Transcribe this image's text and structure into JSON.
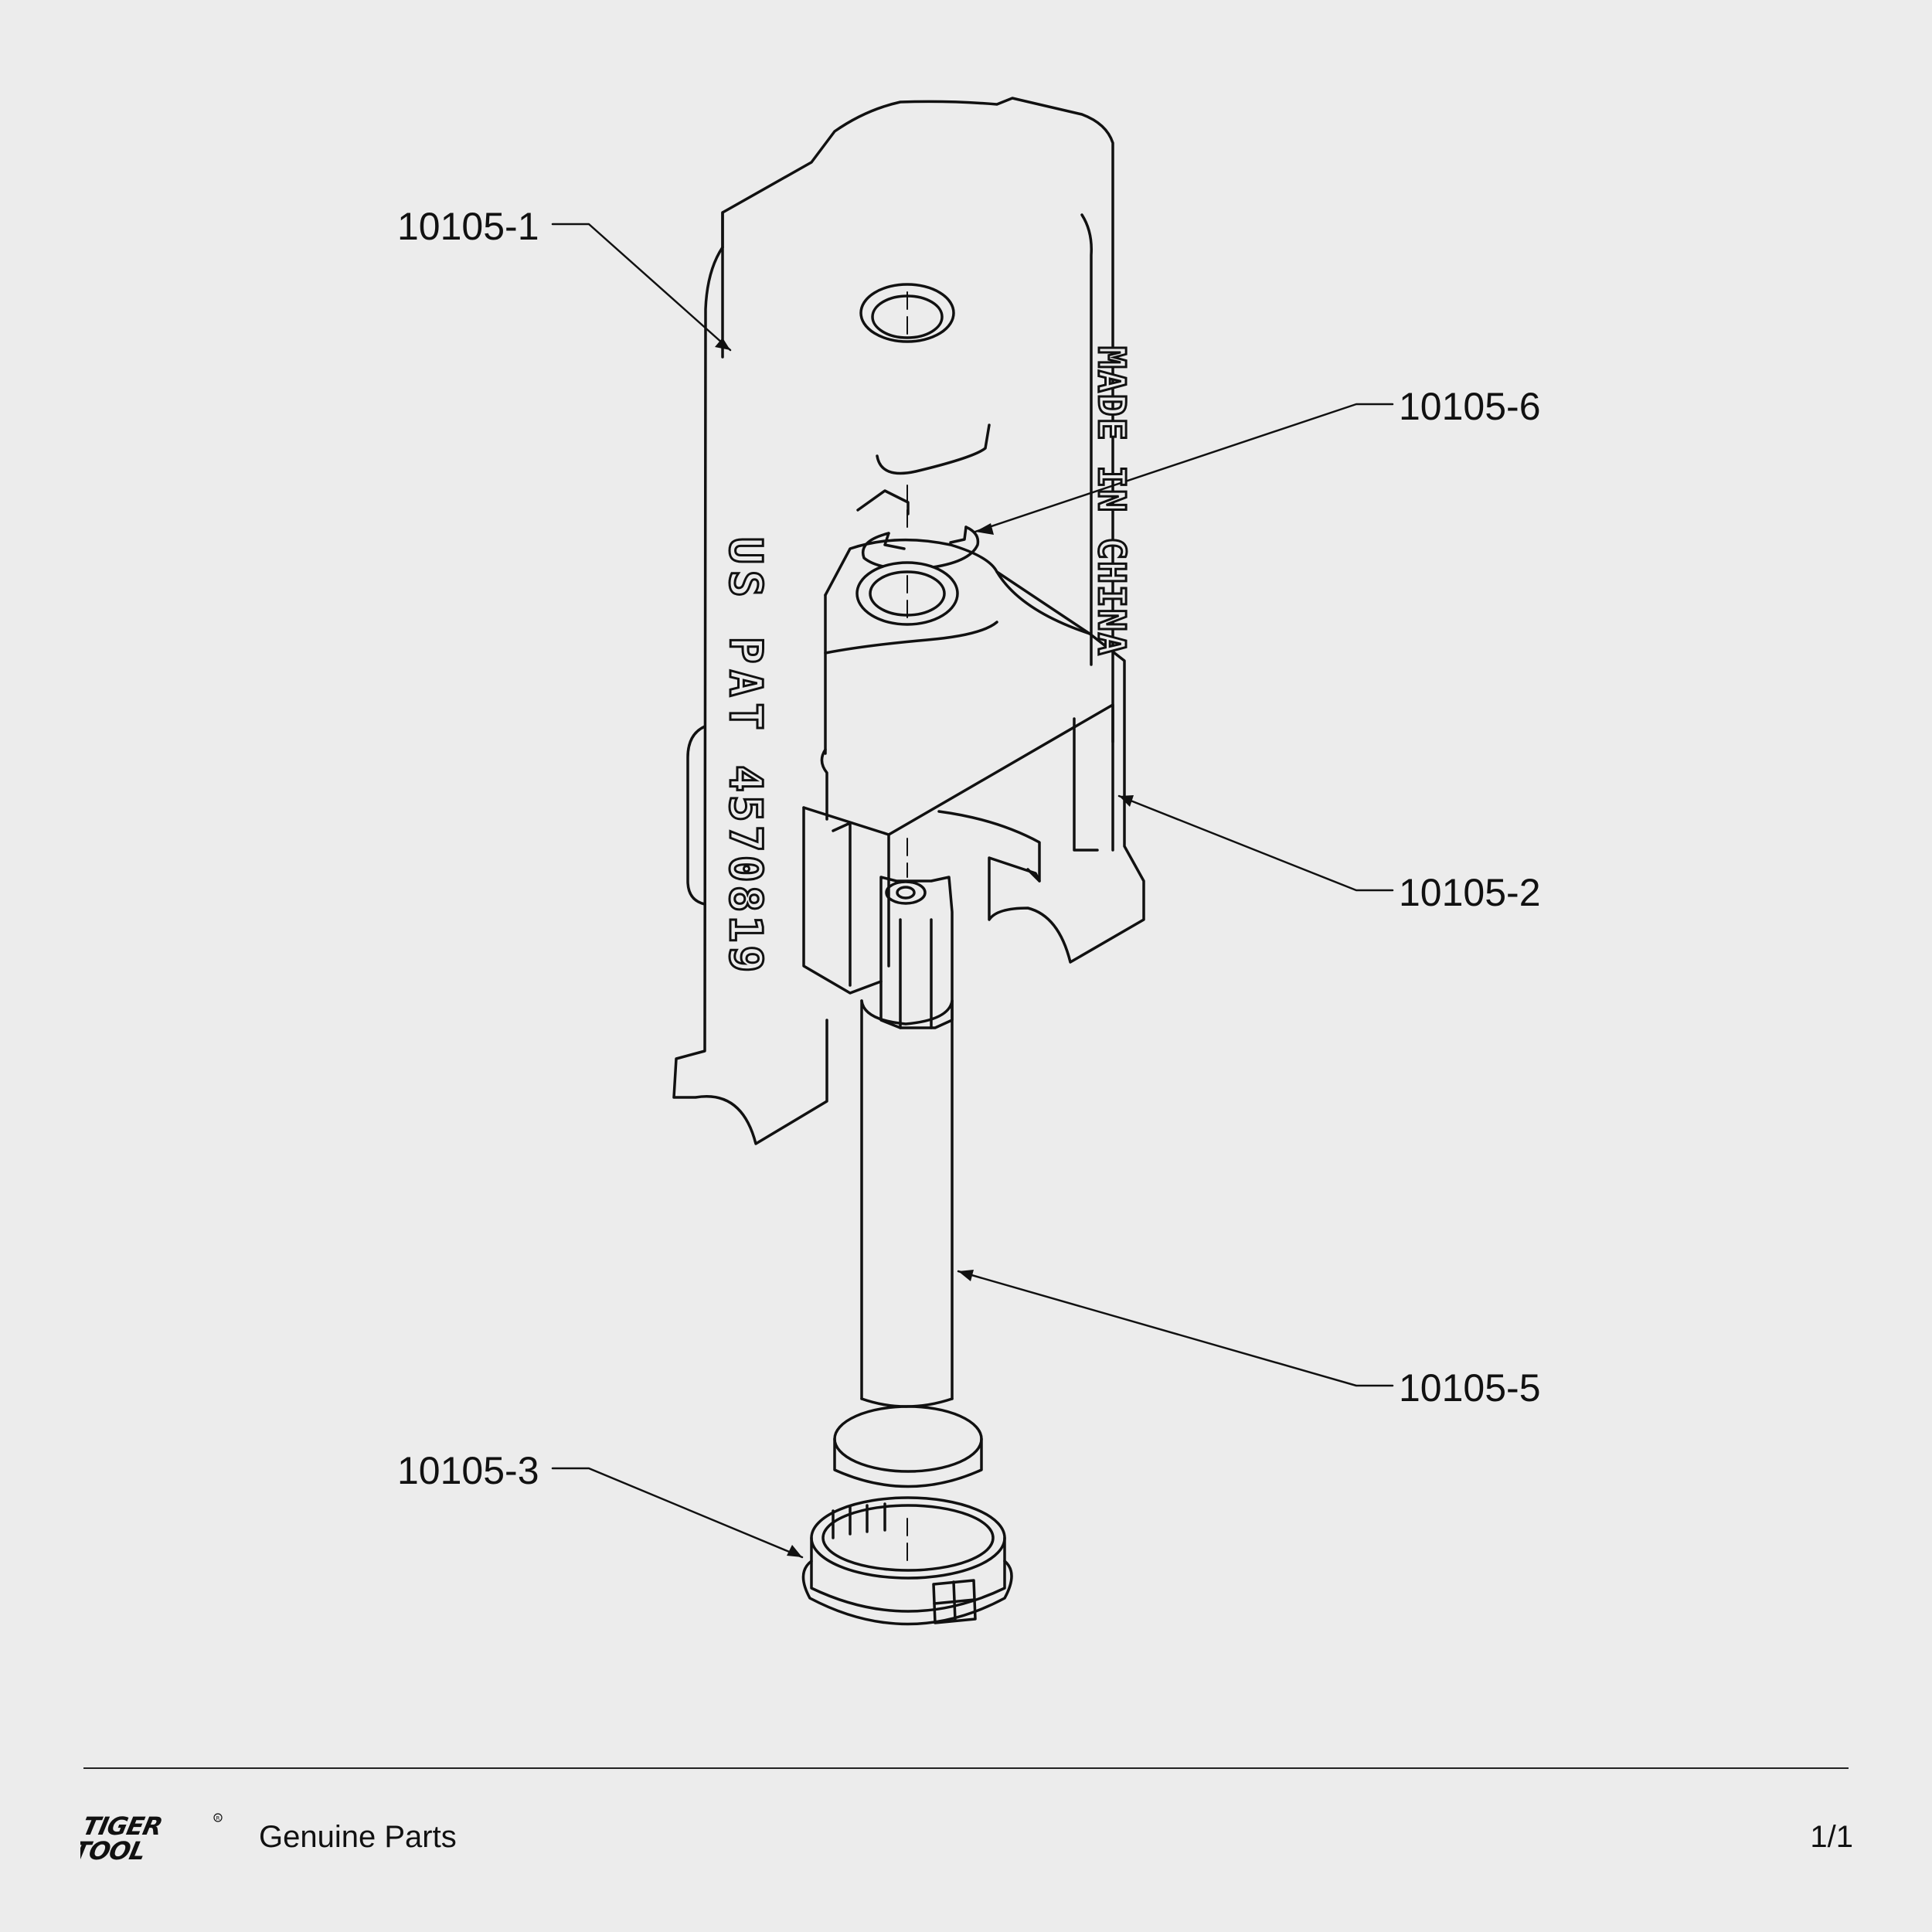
{
  "callouts": {
    "part_1": "10105-1",
    "part_6": "10105-6",
    "part_2": "10105-2",
    "part_5": "10105-5",
    "part_3": "10105-3"
  },
  "stamped_text": {
    "patent": "US PAT",
    "patent_number": "4570819",
    "origin": "MADE IN CHINA"
  },
  "footer": {
    "logo_text_top": "TIGER",
    "logo_text_bottom": "TOOL",
    "tagline": "Genuine Parts",
    "page": "1/1"
  }
}
